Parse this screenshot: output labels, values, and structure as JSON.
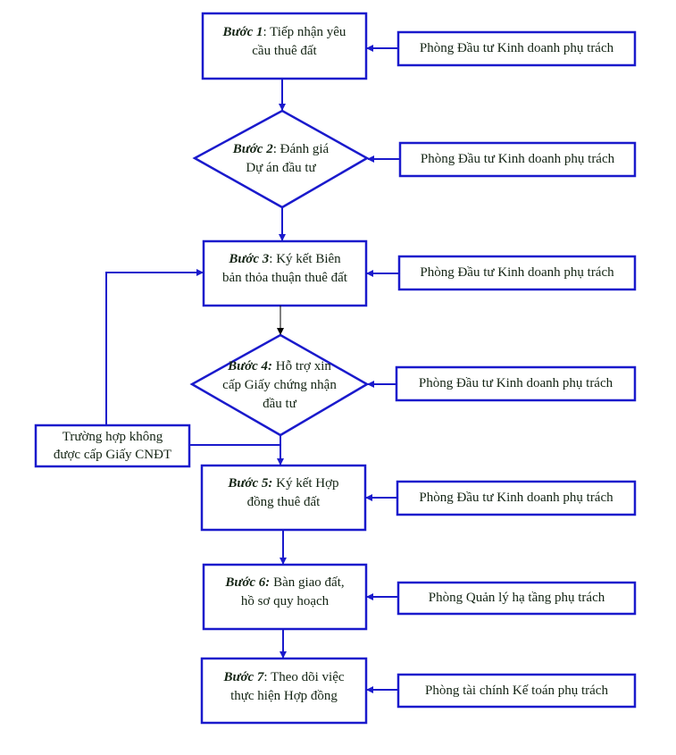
{
  "colors": {
    "line": "#1a1acc",
    "text": "#142414",
    "loop_black": "#000000"
  },
  "steps": [
    {
      "label": "Bước 1",
      "sep": ": ",
      "line1": "Tiếp nhận yêu",
      "line2": "cầu thuê đất",
      "shape": "rect",
      "owner": "Phòng Đầu tư Kinh doanh phụ trách"
    },
    {
      "label": "Bước 2",
      "sep": ": ",
      "line1": "Đánh giá",
      "line2": "Dự án đầu tư",
      "shape": "diamond",
      "owner": "Phòng Đầu tư Kinh doanh phụ trách"
    },
    {
      "label": "Bước 3",
      "sep": ": ",
      "line1": "Ký kết Biên",
      "line2": "bản thỏa thuận thuê đất",
      "shape": "rect",
      "owner": "Phòng Đầu tư Kinh doanh phụ trách"
    },
    {
      "label": "Bước 4:",
      "sep": " ",
      "line1": "Hỗ trợ xin",
      "line2": "cấp Giấy chứng nhận",
      "line3": "đầu tư",
      "shape": "diamond",
      "owner": "Phòng Đầu tư Kinh doanh phụ trách"
    },
    {
      "label": "Bước 5:",
      "sep": " ",
      "line1": "Ký kết Hợp",
      "line2": "đồng thuê đất",
      "shape": "rect",
      "owner": "Phòng Đầu tư Kinh doanh phụ trách"
    },
    {
      "label": "Bước 6:",
      "sep": " ",
      "line1": "Bàn giao đất,",
      "line2": "hồ sơ quy hoạch",
      "shape": "rect",
      "owner": "Phòng Quản lý hạ tầng phụ trách"
    },
    {
      "label": "Bước 7",
      "sep": ": ",
      "line1": "Theo dõi việc",
      "line2": "thực hiện Hợp đồng",
      "shape": "rect",
      "owner": "Phòng tài chính Kế toán phụ trách"
    }
  ],
  "exception": {
    "line1": "Trường hợp không",
    "line2": "được cấp Giấy CNĐT"
  }
}
